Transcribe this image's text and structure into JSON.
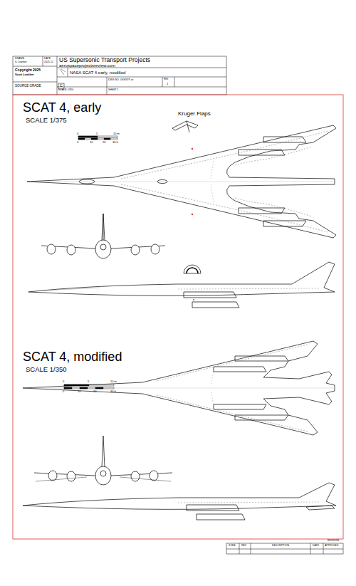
{
  "diagram": {
    "labels": [
      "DRAWN",
      "DATE",
      "S. Lowther",
      "2025-12",
      "US Supersonic Transport Projects",
      "aerospaceprojectsreview.com",
      "Copyright 2025",
      "Scott Lowther",
      "NASA SCAT 4 early, modified",
      "SOURCE GRADE",
      "C",
      "DWG NO. USSSTP-xx",
      "REV",
      "1",
      "SCALE 1/350",
      "SHEET 1",
      "SCAT 4, early",
      "SCALE 1/375",
      "0",
      "5",
      "10 m",
      "0",
      "10",
      "20",
      "30 ft",
      "Kruger Flaps",
      "SCAT 4, modified",
      "SCALE 1/350",
      "0",
      "5",
      "10 m",
      "0",
      "10",
      "20",
      "30 ft",
      "REVISIONS",
      "ZONE",
      "REV",
      "DESCRIPTION",
      "DATE",
      "APPROVED"
    ]
  }
}
